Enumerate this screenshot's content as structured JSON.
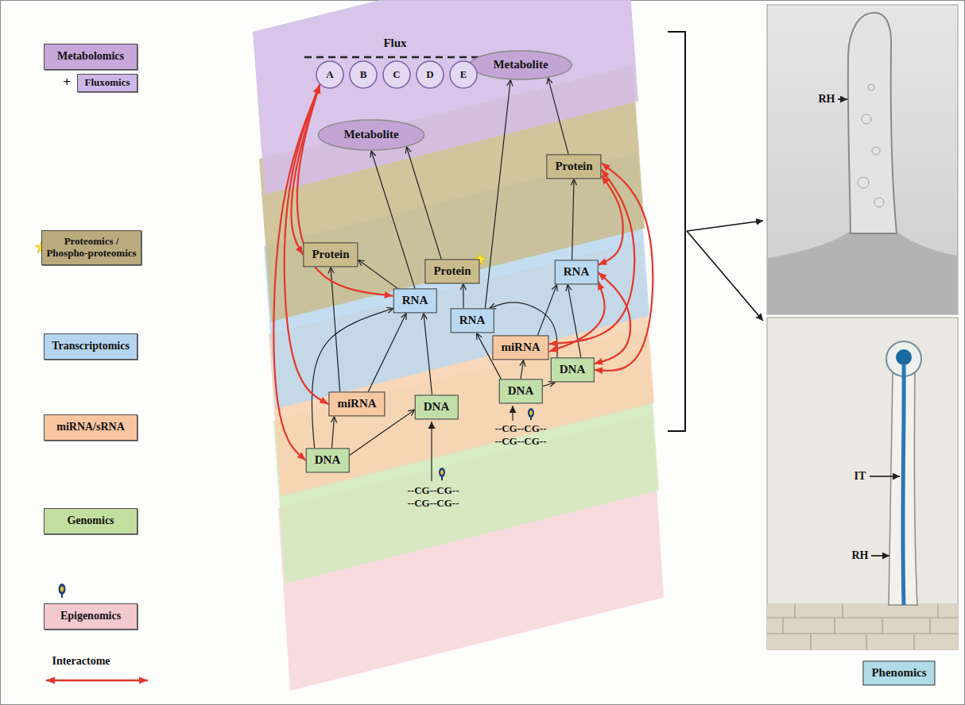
{
  "diagram": {
    "nodes": [
      {
        "text": [
          "Metabolite"
        ]
      },
      {
        "text": [
          "A"
        ]
      },
      {
        "text": [
          "B"
        ]
      },
      {
        "text": [
          "C"
        ]
      },
      {
        "text": [
          "D"
        ]
      },
      {
        "text": [
          "E"
        ]
      },
      {
        "text": [
          "Metabolite"
        ]
      },
      {
        "text": [
          "Protein"
        ]
      },
      {
        "text": [
          "Protein"
        ]
      },
      {
        "text": [
          "Protein"
        ]
      },
      {
        "text": [
          "RNA"
        ]
      },
      {
        "text": [
          "RNA"
        ]
      },
      {
        "text": [
          "RNA"
        ]
      },
      {
        "text": [
          "miRNA"
        ]
      },
      {
        "text": [
          "miRNA"
        ]
      },
      {
        "text": [
          "DNA"
        ]
      },
      {
        "text": [
          "DNA"
        ]
      },
      {
        "text": [
          "DNA"
        ]
      },
      {
        "text": [
          "DNA"
        ]
      },
      {
        "text": [
          "Phenomics"
        ]
      }
    ],
    "edges": [
      {
        "from": 18,
        "to": 14,
        "arrow": "to"
      },
      {
        "from": 18,
        "to": 17,
        "arrow": "to"
      },
      {
        "from": 18,
        "to": 11,
        "arrow": "to"
      },
      {
        "from": 14,
        "to": 9,
        "arrow": "to"
      },
      {
        "from": 14,
        "to": 11,
        "arrow": "to"
      },
      {
        "from": 17,
        "to": 11,
        "arrow": "to"
      },
      {
        "from": 11,
        "to": 9,
        "arrow": "to"
      },
      {
        "from": 11,
        "to": 6,
        "arrow": "to"
      },
      {
        "from": 8,
        "to": 6,
        "arrow": "to"
      },
      {
        "from": 12,
        "to": 8,
        "arrow": "to"
      },
      {
        "from": 12,
        "to": 0,
        "arrow": "to"
      },
      {
        "from": 10,
        "to": 7,
        "arrow": "to"
      },
      {
        "from": 7,
        "to": 0,
        "arrow": "to"
      },
      {
        "from": 16,
        "to": 12,
        "arrow": "to"
      },
      {
        "from": 16,
        "to": 13,
        "arrow": "to"
      },
      {
        "from": 16,
        "to": 15,
        "arrow": "to"
      },
      {
        "from": 15,
        "to": 12,
        "arrow": "to"
      },
      {
        "from": 15,
        "to": 10,
        "arrow": "to"
      },
      {
        "from": 13,
        "to": 10,
        "arrow": "to"
      },
      {
        "from": 1,
        "to": 9,
        "arrow": "both"
      },
      {
        "from": 1,
        "to": 11,
        "arrow": "both"
      },
      {
        "from": 1,
        "to": 14,
        "arrow": "both"
      },
      {
        "from": 1,
        "to": 18,
        "arrow": "both"
      },
      {
        "from": 7,
        "to": 10,
        "arrow": "both"
      },
      {
        "from": 7,
        "to": 13,
        "arrow": "both"
      },
      {
        "from": 7,
        "to": 15,
        "arrow": "both"
      },
      {
        "from": 10,
        "to": 13,
        "arrow": "both"
      },
      {
        "from": 10,
        "to": 15,
        "arrow": "both"
      }
    ],
    "labels": [
      "+",
      "Flux",
      "--CG--CG--",
      "--CG--CG--",
      "--CG--CG--",
      "--CG--CG--",
      "RH",
      "IT",
      "RH"
    ],
    "legend": [
      {
        "text": "Metabolomics",
        "color": "#c7a6d9"
      },
      {
        "text": "Fluxomics",
        "color": "#cdb7e8"
      },
      {
        "text": "Proteomics / Phospho-proteomics",
        "color": "#b9ab7d"
      },
      {
        "text": "Transcriptomics",
        "color": "#b5d5ee"
      },
      {
        "text": "miRNA/sRNA",
        "color": "#f7c6a0"
      },
      {
        "text": "Genomics",
        "color": "#c3df9f"
      },
      {
        "text": "Epigenomics",
        "color": "#f2c9cd"
      },
      {
        "text": "Interactome"
      }
    ]
  }
}
